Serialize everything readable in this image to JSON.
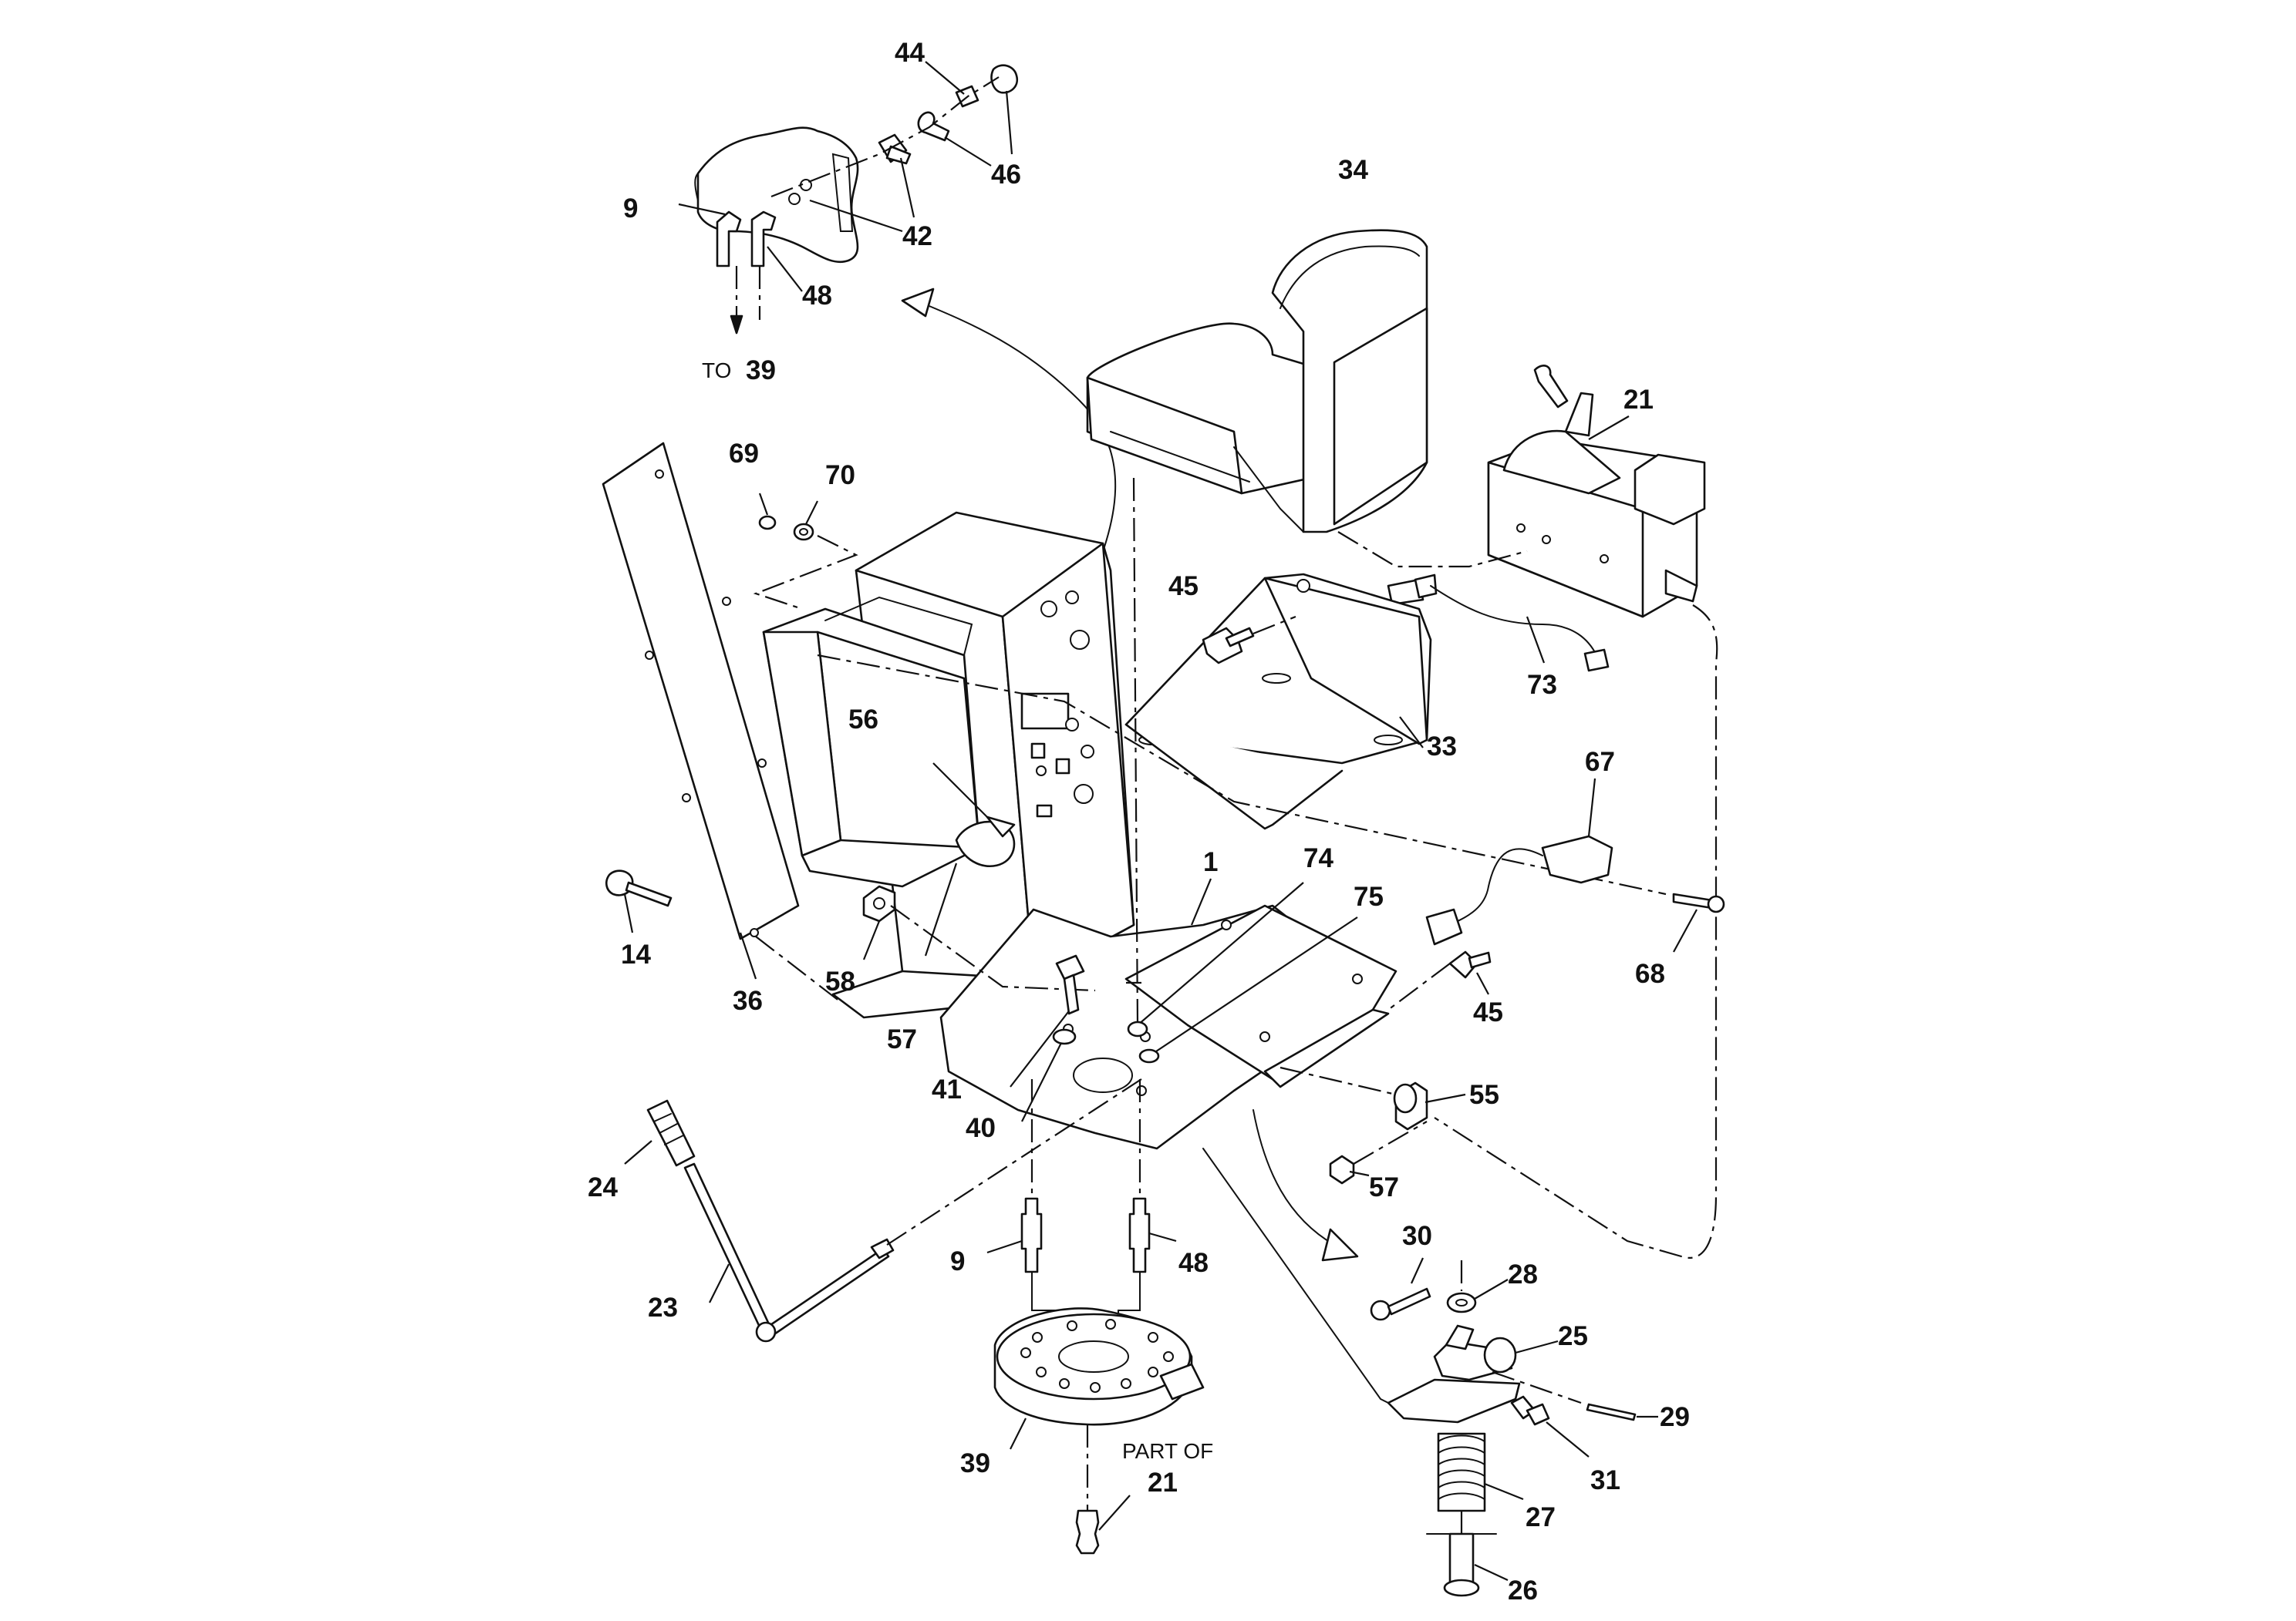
{
  "diagram": {
    "callouts": {
      "n44": "44",
      "n46": "46",
      "n42": "42",
      "n9_top": "9",
      "n48_top": "48",
      "n34": "34",
      "n21_top": "21",
      "n69": "69",
      "n70": "70",
      "n45_top": "45",
      "n73": "73",
      "n33": "33",
      "n56": "56",
      "n67": "67",
      "n1": "1",
      "n74": "74",
      "n75": "75",
      "n68": "68",
      "n14": "14",
      "n58": "58",
      "n36": "36",
      "n57_left": "57",
      "n45_bottom": "45",
      "n41": "41",
      "n40": "40",
      "n55": "55",
      "n24": "24",
      "n57_right": "57",
      "n30": "30",
      "n28": "28",
      "n9_bottom": "9",
      "n48_bottom": "48",
      "n23": "23",
      "n25": "25",
      "n29": "29",
      "n39": "39",
      "n21_bottom": "21",
      "n31": "31",
      "n27": "27",
      "n26": "26"
    },
    "notes": {
      "to_word": "TO",
      "to_target": "39",
      "part_of": "PART OF"
    }
  }
}
